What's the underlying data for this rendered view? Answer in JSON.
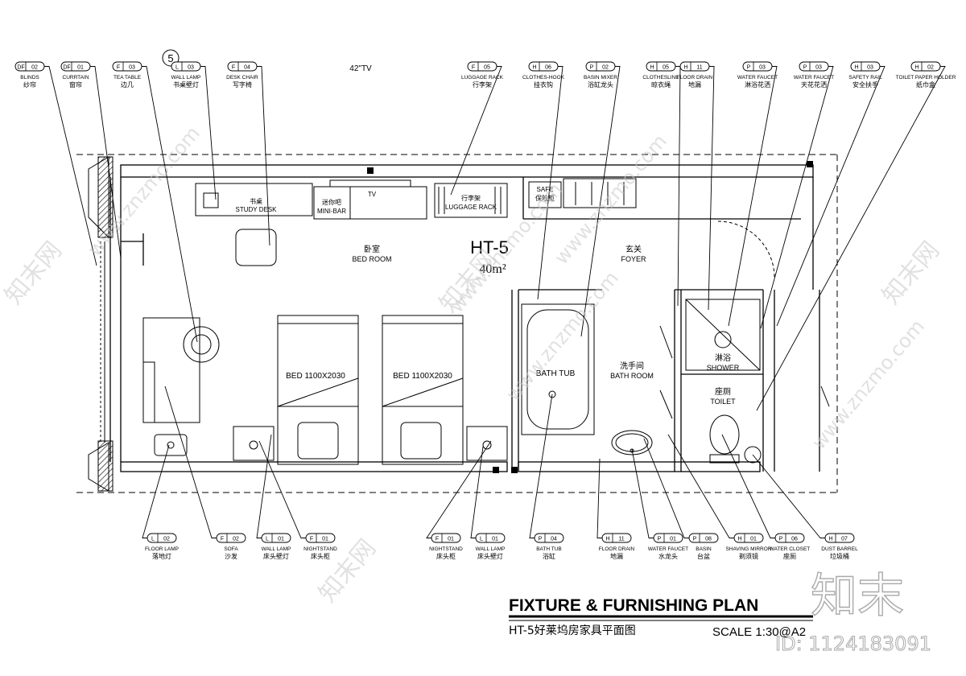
{
  "room": {
    "code": "HT-5",
    "area": "40m²",
    "tv_size": "42\"TV",
    "circle_ref": "5"
  },
  "spaces": [
    {
      "cn": "卧室",
      "en": "BED ROOM"
    },
    {
      "cn": "玄关",
      "en": "FOYER"
    },
    {
      "cn": "洗手间",
      "en": "BATH ROOM"
    },
    {
      "cn": "淋浴",
      "en": "SHOWER"
    },
    {
      "cn": "座厕",
      "en": "TOILET"
    }
  ],
  "furniture": {
    "study_desk_cn": "书桌",
    "study_desk_en": "STUDY DESK",
    "minibar_cn": "迷你吧",
    "minibar_en": "MINI-BAR",
    "tv": "TV",
    "luggage_cn": "行李架",
    "luggage_en": "LUGGAGE RACK",
    "safe_en": "SAFE",
    "safe_cn": "保险柜",
    "bath_tub": "BATH TUB",
    "bed_1": "BED  1100X2030",
    "bed_2": "BED  1100X2030"
  },
  "top_tags": [
    {
      "code": "DF",
      "num": "02",
      "en": "BLINDS",
      "cn": "纱帘"
    },
    {
      "code": "DF",
      "num": "01",
      "en": "CURRTAIN",
      "cn": "窗帘"
    },
    {
      "code": "F",
      "num": "03",
      "en": "TEA TABLE",
      "cn": "边几"
    },
    {
      "code": "L",
      "num": "03",
      "en": "WALL LAMP",
      "cn": "书桌壁灯"
    },
    {
      "code": "F",
      "num": "04",
      "en": "DESK CHAIR",
      "cn": "写字椅"
    },
    {
      "code": "F",
      "num": "05",
      "en": "LUGGAGE RACK",
      "cn": "行李架"
    },
    {
      "code": "H",
      "num": "06",
      "en": "CLOTHES-HOOK",
      "cn": "挂衣钩"
    },
    {
      "code": "P",
      "num": "02",
      "en": "BASIN MIXER",
      "cn": "浴缸龙头"
    },
    {
      "code": "H",
      "num": "05",
      "en": "CLOTHESLINE",
      "cn": "晾衣绳"
    },
    {
      "code": "H",
      "num": "11",
      "en": "FLOOR DRAIN",
      "cn": "地漏"
    },
    {
      "code": "P",
      "num": "03",
      "en": "WATER FAUCET",
      "cn": "淋浴花洒"
    },
    {
      "code": "P",
      "num": "03",
      "en": "WATER FAUCET",
      "cn": "天花花洒"
    },
    {
      "code": "H",
      "num": "03",
      "en": "SAFETY RAIL",
      "cn": "安全扶手"
    },
    {
      "code": "H",
      "num": "02",
      "en": "TOILET PAPER HOLDER",
      "cn": "纸巾盒"
    }
  ],
  "bottom_tags": [
    {
      "code": "L",
      "num": "02",
      "en": "FLOOR LAMP",
      "cn": "落地灯"
    },
    {
      "code": "F",
      "num": "02",
      "en": "SOFA",
      "cn": "沙发"
    },
    {
      "code": "L",
      "num": "01",
      "en": "WALL LAMP",
      "cn": "床头壁灯"
    },
    {
      "code": "F",
      "num": "01",
      "en": "NIGHTSTAND",
      "cn": "床头柜"
    },
    {
      "code": "F",
      "num": "01",
      "en": "NIGHTSTAND",
      "cn": "床头柜"
    },
    {
      "code": "L",
      "num": "01",
      "en": "WALL LAMP",
      "cn": "床头壁灯"
    },
    {
      "code": "P",
      "num": "04",
      "en": "BATH TUB",
      "cn": "浴缸"
    },
    {
      "code": "H",
      "num": "11",
      "en": "FLOOR DRAIN",
      "cn": "地漏"
    },
    {
      "code": "P",
      "num": "01",
      "en": "WATER FAUCET",
      "cn": "水龙头"
    },
    {
      "code": "P",
      "num": "08",
      "en": "BASIN",
      "cn": "台盆"
    },
    {
      "code": "H",
      "num": "01",
      "en": "SHAVING MIRROR",
      "cn": "剃须镜"
    },
    {
      "code": "P",
      "num": "06",
      "en": "WATER CLOSET",
      "cn": "座厕"
    },
    {
      "code": "H",
      "num": "07",
      "en": "DUST BARREL",
      "cn": "垃圾桶"
    }
  ],
  "footer": {
    "title": "FIXTURE & FURNISHING PLAN",
    "subtitle": "HT-5好莱坞房家具平面图",
    "scale": "SCALE  1:30@A2"
  },
  "watermark": {
    "logo": "知末",
    "id": "ID: 1124183091",
    "site": "www.znzmo.com",
    "brand_cn": "知末网"
  }
}
